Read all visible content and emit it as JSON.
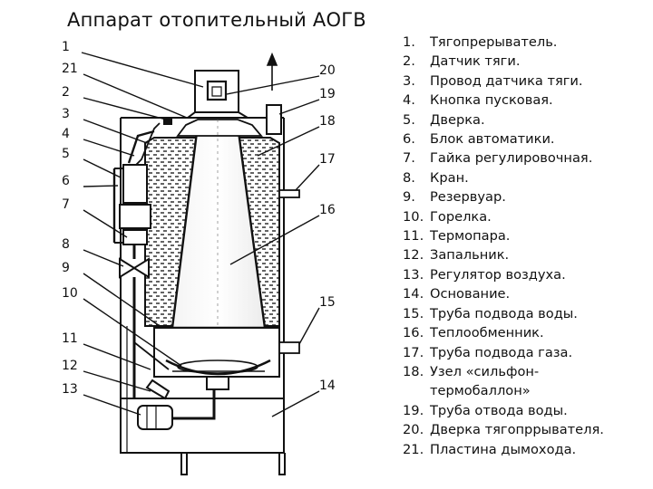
{
  "title": "Аппарат отопительный АОГВ",
  "legend": [
    {
      "num": "1.",
      "text": "Тягопрерыватель."
    },
    {
      "num": "2.",
      "text": "Датчик тяги."
    },
    {
      "num": "3.",
      "text": "Провод датчика тяги."
    },
    {
      "num": "4.",
      "text": "Кнопка пусковая."
    },
    {
      "num": "5.",
      "text": "Дверка."
    },
    {
      "num": "6.",
      "text": "Блок автоматики."
    },
    {
      "num": "7.",
      "text": "Гайка регулировочная."
    },
    {
      "num": "8.",
      "text": "Кран."
    },
    {
      "num": "9.",
      "text": "Резервуар."
    },
    {
      "num": "10.",
      "text": "Горелка."
    },
    {
      "num": "11.",
      "text": "Термопара."
    },
    {
      "num": "12.",
      "text": "Запальник."
    },
    {
      "num": "13.",
      "text": "Регулятор воздуха."
    },
    {
      "num": "14.",
      "text": "Основание."
    },
    {
      "num": "15.",
      "text": "Труба подвода воды."
    },
    {
      "num": "16.",
      "text": "Теплообменник."
    },
    {
      "num": "17.",
      "text": "Труба подвода газа."
    },
    {
      "num": "18.",
      "text": "Узел «сильфон-",
      "cont": "термобаллон»"
    },
    {
      "num": "19.",
      "text": "Труба отвода воды."
    },
    {
      "num": "20.",
      "text": "Дверка тягопррывателя."
    },
    {
      "num": "21.",
      "text": "Пластина дымохода."
    }
  ],
  "callouts": {
    "left": [
      "1",
      "21",
      "2",
      "3",
      "4",
      "5",
      "6",
      "7",
      "8",
      "9",
      "10",
      "11",
      "12",
      "13"
    ],
    "right": [
      "20",
      "19",
      "18",
      "17",
      "16",
      "15",
      "14"
    ]
  }
}
